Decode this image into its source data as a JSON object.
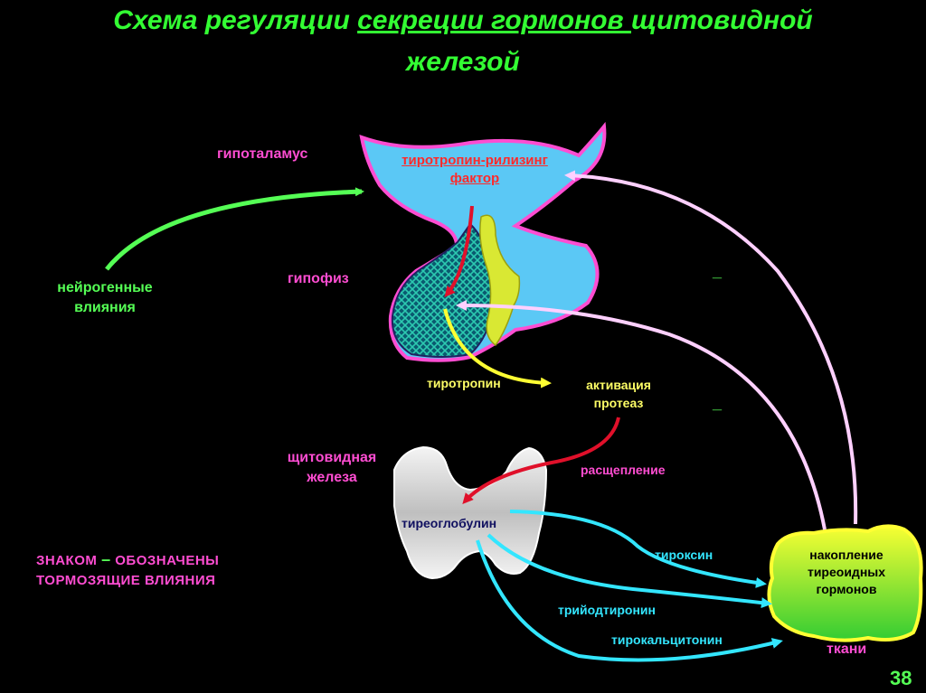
{
  "title": {
    "part1": "Схема регуляции ",
    "part2_underlined": "секреции гормонов ",
    "part3": "щитовидной",
    "line2": "железой"
  },
  "labels": {
    "hypothalamus": "гипоталамус",
    "trf_line1": "тиротропин-рилизинг",
    "trf_line2": "фактор",
    "neurogenic_line1": "нейрогенные",
    "neurogenic_line2": "влияния",
    "pituitary": "гипофиз",
    "thyrotropin": "тиротропин",
    "activation_line1": "активация",
    "activation_line2": "протеаз",
    "thyroid_line1": "щитовидная",
    "thyroid_line2": "железа",
    "cleavage": "расщепление",
    "thyroglobulin": "тиреоглобулин",
    "thyroxine": "тироксин",
    "triiodothyronine": "трийодтиронин",
    "thyrocalcitonin": "тирокальцитонин",
    "accum_line1": "накопление",
    "accum_line2": "тиреоидных",
    "accum_line3": "гормонов",
    "tissues": "ткани",
    "minus1": "_",
    "minus2": "_",
    "legend_line1a": "ЗНАКОМ",
    "legend_minus": "–",
    "legend_line1b": "ОБОЗНАЧЕНЫ",
    "legend_line2": "ТОРМОЗЯЩИЕ  ВЛИЯНИЯ",
    "page_number": "38"
  },
  "colors": {
    "title": "#33ff33",
    "hypothalamus_fill": "#5bc8f5",
    "outline": "#ff4dd2",
    "arrow_green": "#55ff55",
    "arrow_red": "#e0102a",
    "arrow_yellow": "#ffff33",
    "arrow_cyan": "#33e6ff",
    "arrow_pink": "#ffd0ff",
    "tissue_fill": "#c8ff33"
  }
}
